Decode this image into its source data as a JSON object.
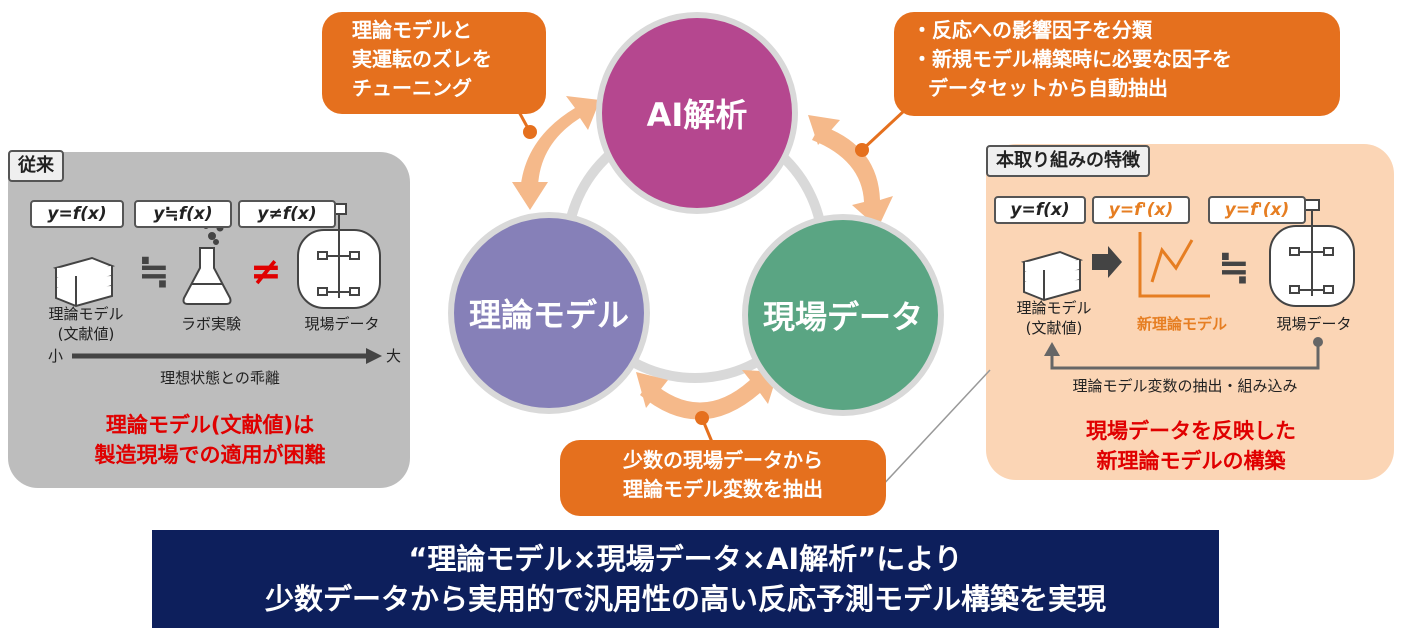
{
  "center": {
    "ai": "AI解析",
    "theory": "理論モデル",
    "field": "現場データ"
  },
  "callouts": {
    "top_left": [
      "理論モデルと",
      "実運転のズレを",
      "チューニング"
    ],
    "top_right": [
      "・反応への影響因子を分類",
      "・新規モデル構築時に必要な因子を",
      "データセットから自動抽出"
    ],
    "bottom": [
      "少数の現場データから",
      "理論モデル変数を抽出"
    ]
  },
  "conventional": {
    "tag": "従来",
    "speech": [
      "y=f(x)",
      "y≒f(x)",
      "y≠f(x)"
    ],
    "approx_symbol": "≒",
    "neq_symbol": "≠",
    "labels": [
      "理論モデル",
      "(文献値)",
      "ラボ実験",
      "現場データ"
    ],
    "axis_small": "小",
    "axis_large": "大",
    "axis_caption": "理想状態との乖離",
    "conclusion": [
      "理論モデル(文献値)は",
      "製造現場での適用が困難"
    ]
  },
  "feature": {
    "tag": "本取り組みの特徴",
    "speech": [
      "y=f(x)",
      "y=f'(x)",
      "y=f'(x)"
    ],
    "approx_symbol": "≒",
    "labels": [
      "理論モデル",
      "(文献値)",
      "新理論モデル",
      "現場データ"
    ],
    "loop_caption": "理論モデル変数の抽出・組み込み",
    "conclusion": [
      "現場データを反映した",
      "新理論モデルの構築"
    ]
  },
  "banner": {
    "line1": "“理論モデル×現場データ×AI解析”により",
    "line2": "少数データから実用的で汎用性の高い反応予測モデル構築を実現"
  },
  "colors": {
    "ai": "#b5478f",
    "theory": "#8680b8",
    "field": "#5aa583",
    "callout": "#e5701e",
    "arrow": "#f5b98a",
    "banner": "#0d1f5c",
    "conclusion": "#e00000",
    "new_model": "#e67e22"
  }
}
